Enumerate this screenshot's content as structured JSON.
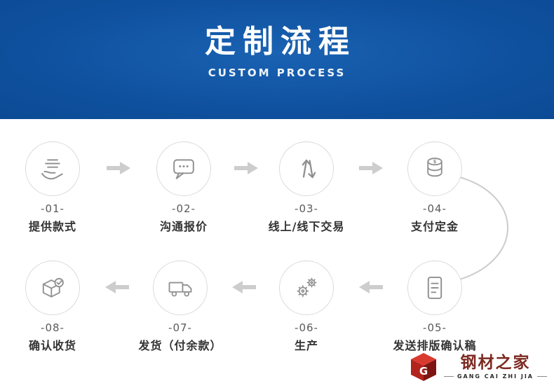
{
  "banner": {
    "title": "定制流程",
    "subtitle": "CUSTOM PROCESS"
  },
  "process": {
    "steps": [
      {
        "number": "-01-",
        "title": "提供款式"
      },
      {
        "number": "-02-",
        "title": "沟通报价"
      },
      {
        "number": "-03-",
        "title": "线上/线下交易"
      },
      {
        "number": "-04-",
        "title": "支付定金"
      },
      {
        "number": "-05-",
        "title": "发送排版确认稿"
      },
      {
        "number": "-06-",
        "title": "生产"
      },
      {
        "number": "-07-",
        "title": "发货（付余款）"
      },
      {
        "number": "-08-",
        "title": "确认收货"
      }
    ]
  },
  "logo": {
    "name": "钢材之家",
    "tagline": "GANG CAI ZHI JIA",
    "monogram": "G"
  },
  "colors": {
    "banner_blue": "#0f519f",
    "circle_border": "#dadada",
    "icon_gray": "#909090",
    "arrow_gray": "#c9c9c9",
    "logo_red": "#b3221c",
    "logo_text_red": "#7d2a21"
  }
}
